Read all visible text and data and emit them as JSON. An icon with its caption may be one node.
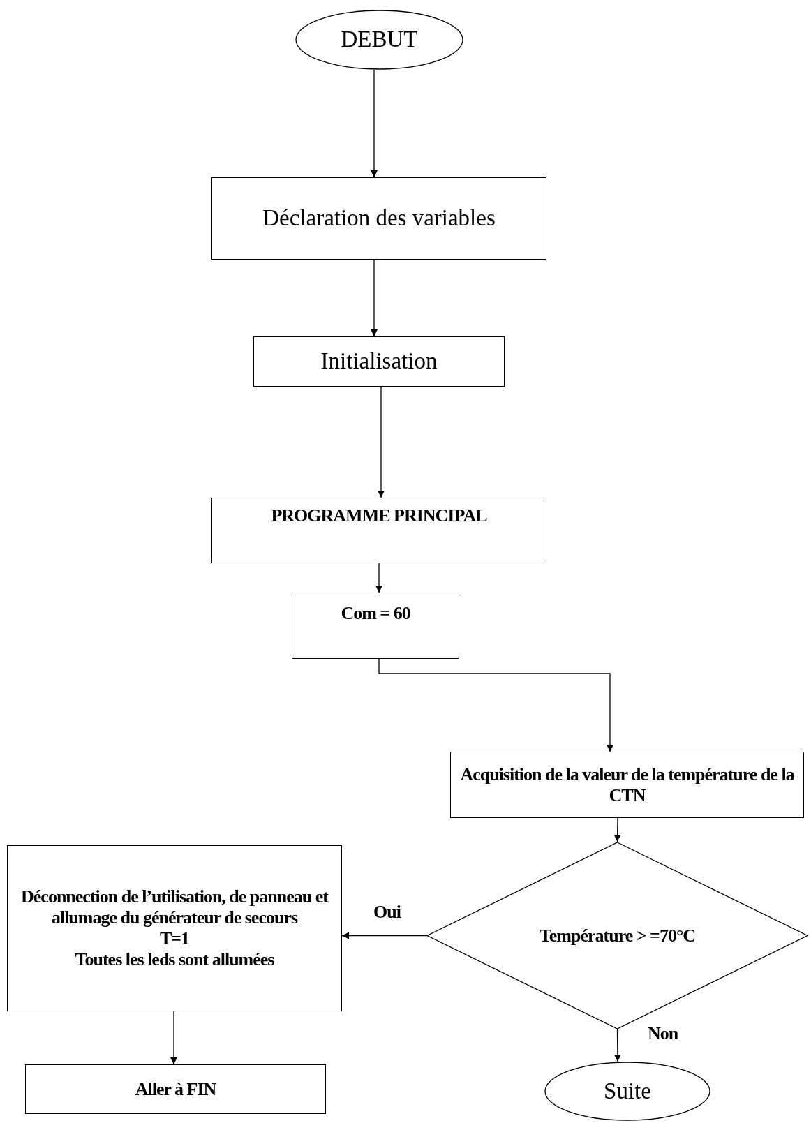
{
  "diagram": {
    "nodes": [
      {
        "text": [
          "DEBUT"
        ]
      },
      {
        "text": [
          "Déclaration des variables"
        ]
      },
      {
        "text": [
          "Initialisation"
        ]
      },
      {
        "text": [
          "PROGRAMME PRINCIPAL"
        ]
      },
      {
        "text": [
          "Com = 60"
        ]
      },
      {
        "text": [
          "Acquisition de la valeur de la température de la CTN"
        ]
      },
      {
        "text": [
          "Température > =70°C"
        ]
      },
      {
        "text": [
          "Déconnection de l’utilisation, de panneau et allumage du générateur de secours",
          "T=1",
          "Toutes les leds sont allumées"
        ]
      },
      {
        "text": [
          "Aller à FIN"
        ]
      },
      {
        "text": [
          "Suite"
        ]
      }
    ],
    "edges": [
      {
        "from": 0,
        "to": 1,
        "arrow": "to"
      },
      {
        "from": 1,
        "to": 2,
        "arrow": "to"
      },
      {
        "from": 2,
        "to": 3,
        "arrow": "to"
      },
      {
        "from": 3,
        "to": 4,
        "arrow": "to"
      },
      {
        "from": 4,
        "to": 5,
        "arrow": "to"
      },
      {
        "from": 5,
        "to": 6,
        "arrow": "to"
      },
      {
        "from": 6,
        "to": 7,
        "label": "Oui",
        "arrow": "to"
      },
      {
        "from": 6,
        "to": 9,
        "label": "Non",
        "arrow": "to"
      },
      {
        "from": 7,
        "to": 8,
        "arrow": "to"
      }
    ]
  }
}
